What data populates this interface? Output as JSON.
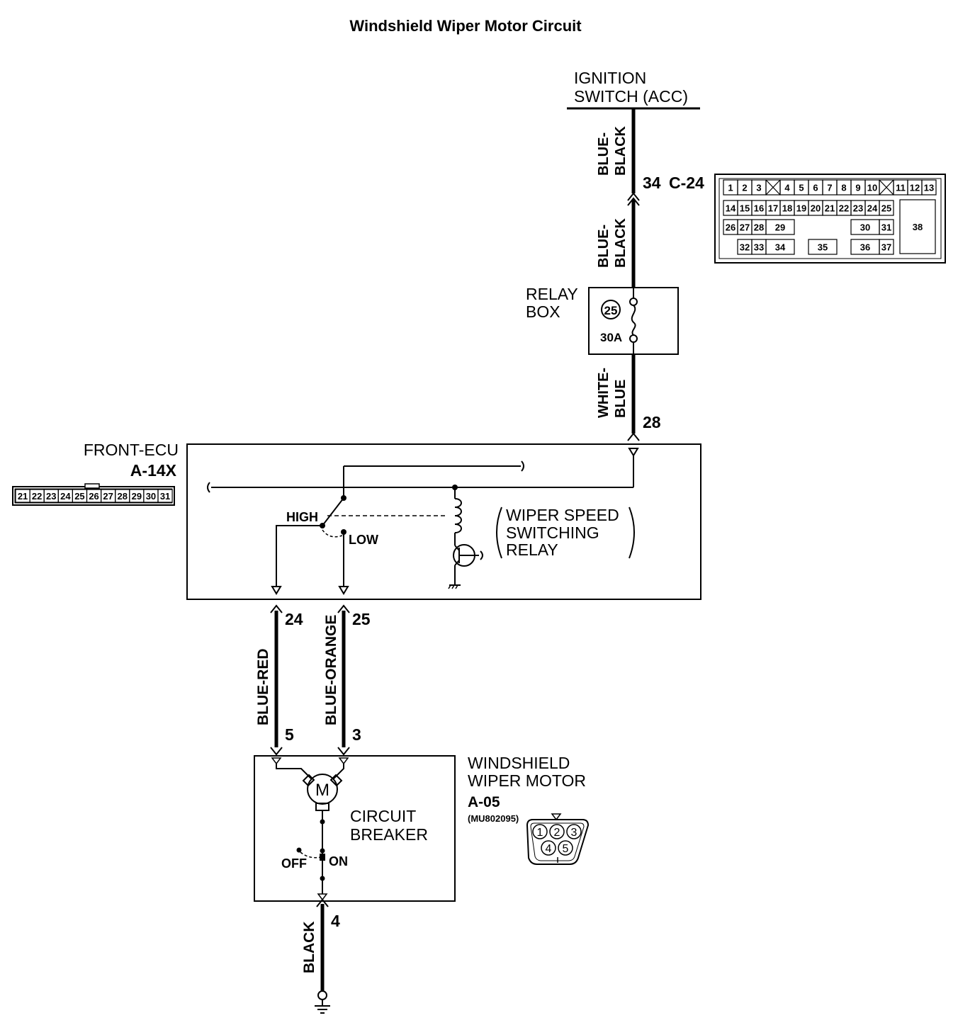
{
  "title": "Windshield Wiper Motor Circuit",
  "ignition_switch": {
    "line1": "IGNITION",
    "line2": "SWITCH (ACC)"
  },
  "wires": {
    "top_upper": {
      "line1": "BLUE-",
      "line2": "BLACK"
    },
    "top_lower": {
      "line1": "BLUE-",
      "line2": "BLACK"
    },
    "relay_to_ecu": {
      "line1": "WHITE-",
      "line2": "BLUE"
    },
    "high_wire": "BLUE-RED",
    "low_wire": "BLUE-ORANGE",
    "ground_wire": "BLACK"
  },
  "terminals": {
    "c24_pin": "34",
    "c24_name": "C-24",
    "ecu_in": "28",
    "ecu_out_high": "24",
    "ecu_out_low": "25",
    "motor_high": "5",
    "motor_low": "3",
    "motor_ground": "4"
  },
  "relay_box": {
    "line1": "RELAY",
    "line2": "BOX",
    "fuse_number": "25",
    "fuse_rating": "30A"
  },
  "front_ecu": {
    "name": "FRONT-ECU",
    "connector": "A-14X",
    "pins": [
      "21",
      "22",
      "23",
      "24",
      "25",
      "26",
      "27",
      "28",
      "29",
      "30",
      "31"
    ]
  },
  "relay": {
    "high_label": "HIGH",
    "low_label": "LOW",
    "line1": "WIPER SPEED",
    "line2": "SWITCHING",
    "line3": "RELAY"
  },
  "motor": {
    "line1": "WINDSHIELD",
    "line2": "WIPER MOTOR",
    "connector": "A-05",
    "part_number": "(MU802095)",
    "motor_symbol": "M",
    "breaker_line1": "CIRCUIT",
    "breaker_line2": "BREAKER",
    "off_label": "OFF",
    "on_label": "ON",
    "pins": [
      "1",
      "2",
      "3",
      "4",
      "5"
    ]
  },
  "c24_connector": {
    "row1": [
      "1",
      "2",
      "3",
      "4",
      "5",
      "6",
      "7",
      "8",
      "9",
      "10",
      "11",
      "12",
      "13"
    ],
    "row2": [
      "14",
      "15",
      "16",
      "17",
      "18",
      "19",
      "20",
      "21",
      "22",
      "23",
      "24",
      "25"
    ],
    "row3": [
      "26",
      "27",
      "28",
      "29",
      "30",
      "31"
    ],
    "row4": [
      "32",
      "33",
      "34",
      "35",
      "36",
      "37"
    ],
    "big_pin": "38"
  }
}
